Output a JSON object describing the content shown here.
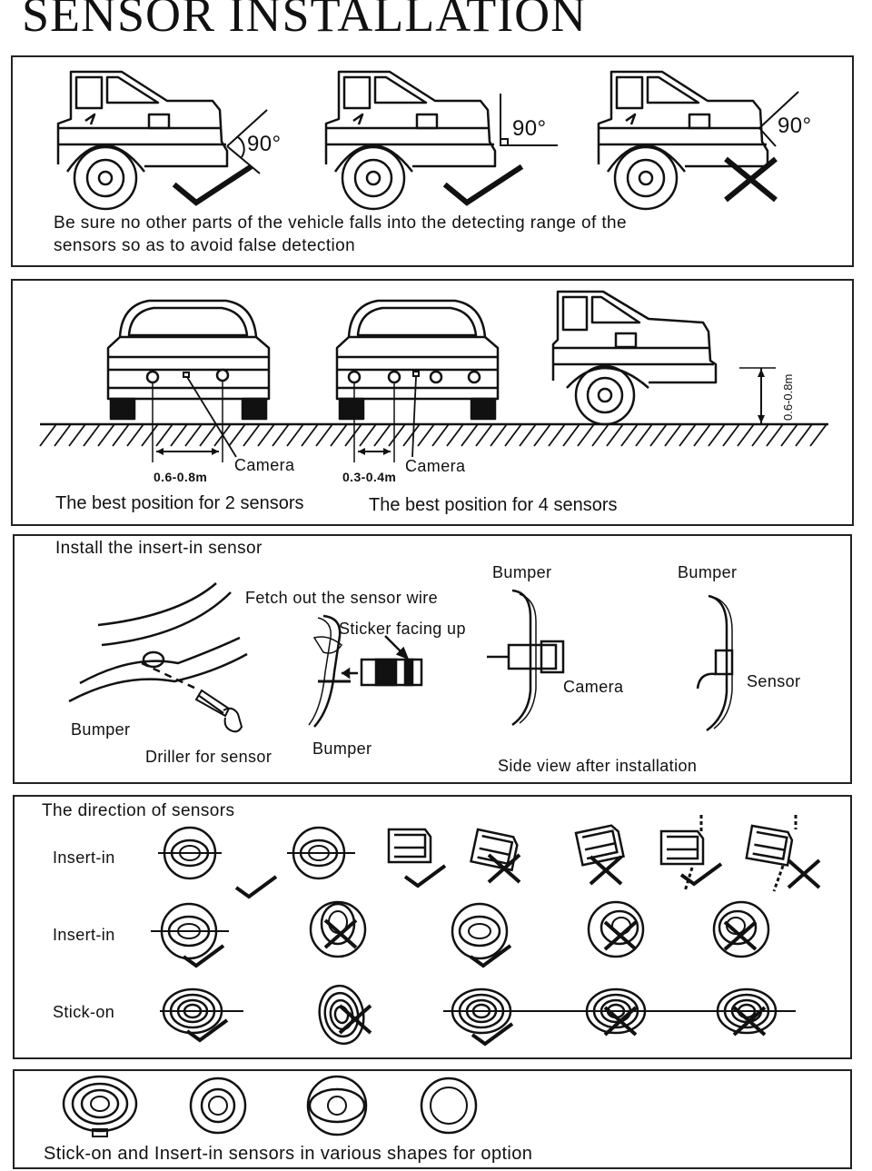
{
  "title": "SENSOR INSTALLATION",
  "panel1": {
    "angle_labels": [
      "90°",
      "90°",
      "90°"
    ],
    "note_line1": "Be sure no other parts of the vehicle falls into the detecting range of the",
    "note_line2": "sensors so as to avoid false detection"
  },
  "panel2": {
    "distance_2": "0.6-0.8m",
    "camera_label_1": "Camera",
    "distance_4": "0.3-0.4m",
    "camera_label_2": "Camera",
    "height": "0.6-0.8m",
    "caption_2": "The best position for 2 sensors",
    "caption_4": "The best position for 4 sensors"
  },
  "panel3": {
    "heading": "Install the insert-in sensor",
    "fetch_wire": "Fetch out the sensor wire",
    "sticker": "Sticker facing up",
    "bumper_left": "Bumper",
    "driller": "Driller for sensor",
    "bumper_mid": "Bumper",
    "bumper_camera": "Bumper",
    "camera": "Camera",
    "bumper_sensor": "Bumper",
    "sensor": "Sensor",
    "side_view": "Side view after installation"
  },
  "panel4": {
    "heading": "The direction of sensors",
    "row1_label": "Insert-in",
    "row2_label": "Insert-in",
    "row3_label": "Stick-on"
  },
  "panel5": {
    "caption": "Stick-on and Insert-in sensors in various shapes for option"
  },
  "icons": [
    "car-rear-icon",
    "check-icon",
    "cross-icon",
    "sensor-icon",
    "drill-icon",
    "ground-hatch"
  ]
}
